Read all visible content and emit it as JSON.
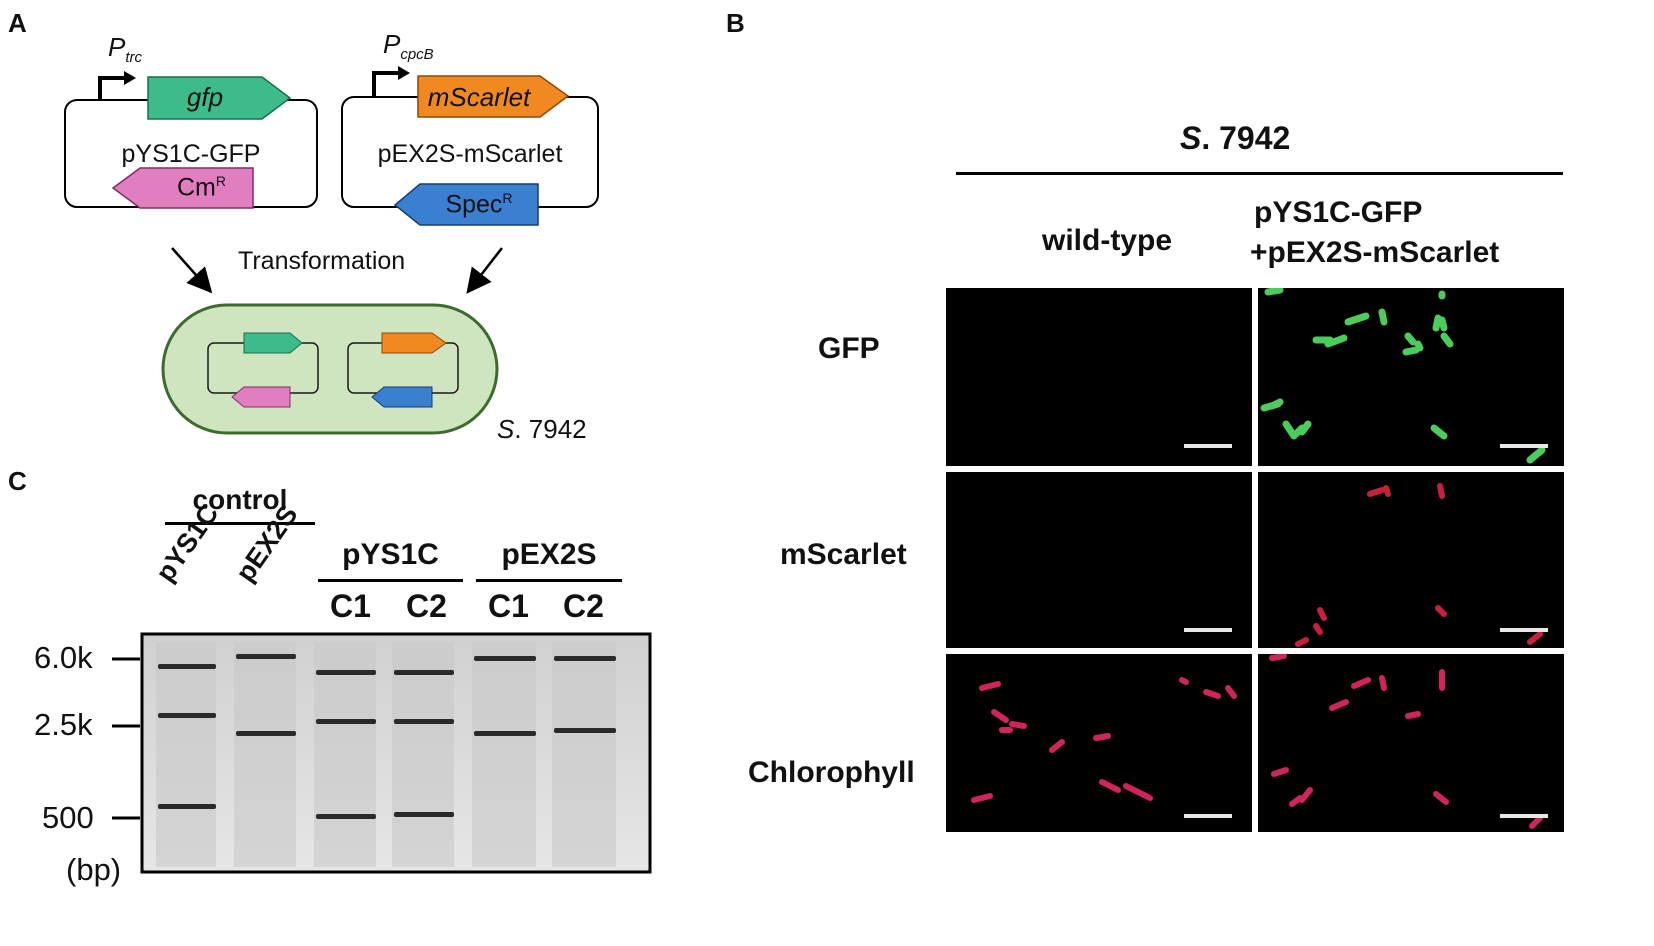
{
  "panelA": {
    "letter": "A",
    "promoter1": {
      "base": "P",
      "sub": "trc"
    },
    "promoter2": {
      "base": "P",
      "sub": "cpcB"
    },
    "gene1": "gfp",
    "gene2": "mScarlet",
    "plasmid1": "pYS1C-GFP",
    "plasmid2": "pEX2S-mScarlet",
    "marker1": {
      "base": "Cm",
      "sup": "R"
    },
    "marker2": {
      "base": "Spec",
      "sup": "R"
    },
    "transformation": "Transformation",
    "strain": {
      "italic": "S",
      "rest": ". 7942"
    },
    "colors": {
      "gfp": "#3dbb8a",
      "mscarlet": "#f08a20",
      "cm": "#e07ec0",
      "spec": "#3a7fd0",
      "cell_fill": "#cfe5bf",
      "cell_border": "#3d6b2e"
    }
  },
  "panelB": {
    "letter": "B",
    "strain": {
      "italic": "S",
      "rest": ". 7942"
    },
    "col1": "wild-type",
    "col2_line1": "pYS1C-GFP",
    "col2_line2": "+pEX2S-mScarlet",
    "rows": [
      "GFP",
      "mScarlet",
      "Chlorophyll"
    ]
  },
  "panelC": {
    "letter": "C",
    "control": "control",
    "lanes": [
      "pYS1C",
      "pEX2S"
    ],
    "group1": "pYS1C",
    "group2": "pEX2S",
    "sub": [
      "C1",
      "C2",
      "C1",
      "C2"
    ],
    "markers": [
      "6.0k",
      "2.5k",
      "500"
    ],
    "unit": "(bp)"
  }
}
